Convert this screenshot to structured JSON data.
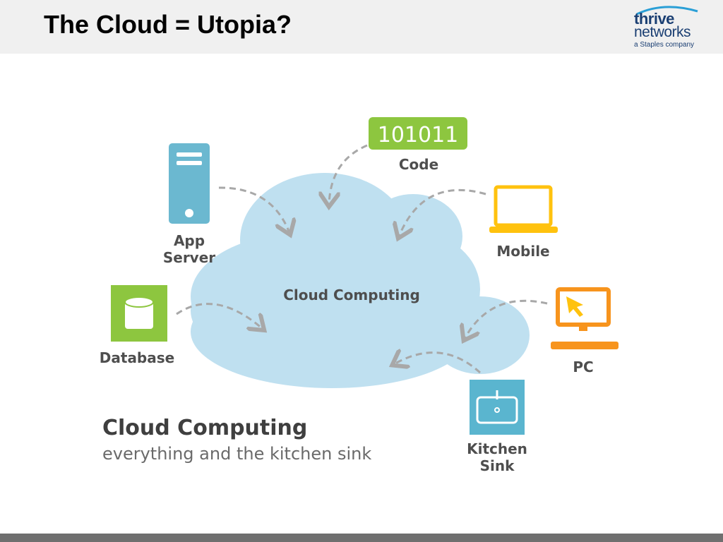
{
  "slide": {
    "title": "The Cloud = Utopia?"
  },
  "logo": {
    "line1": "thrive",
    "line2": "networks",
    "tagline": "a Staples company"
  },
  "diagram": {
    "center_label": "Cloud Computing",
    "code_value": "101011",
    "nodes": {
      "code": "Code",
      "app_server_line1": "App",
      "app_server_line2": "Server",
      "mobile": "Mobile",
      "database": "Database",
      "pc": "PC",
      "kitchen_sink_line1": "Kitchen",
      "kitchen_sink_line2": "Sink"
    },
    "caption_title": "Cloud Computing",
    "caption_subtitle": "everything and the kitchen sink"
  },
  "colors": {
    "cloud": "#bfe0f0",
    "server_blue": "#6bb8d0",
    "green": "#8dc63f",
    "orange": "#f7941d",
    "yellow": "#ffc20e",
    "sink_blue": "#5ab5cf",
    "arrow": "#a8a8a8"
  }
}
